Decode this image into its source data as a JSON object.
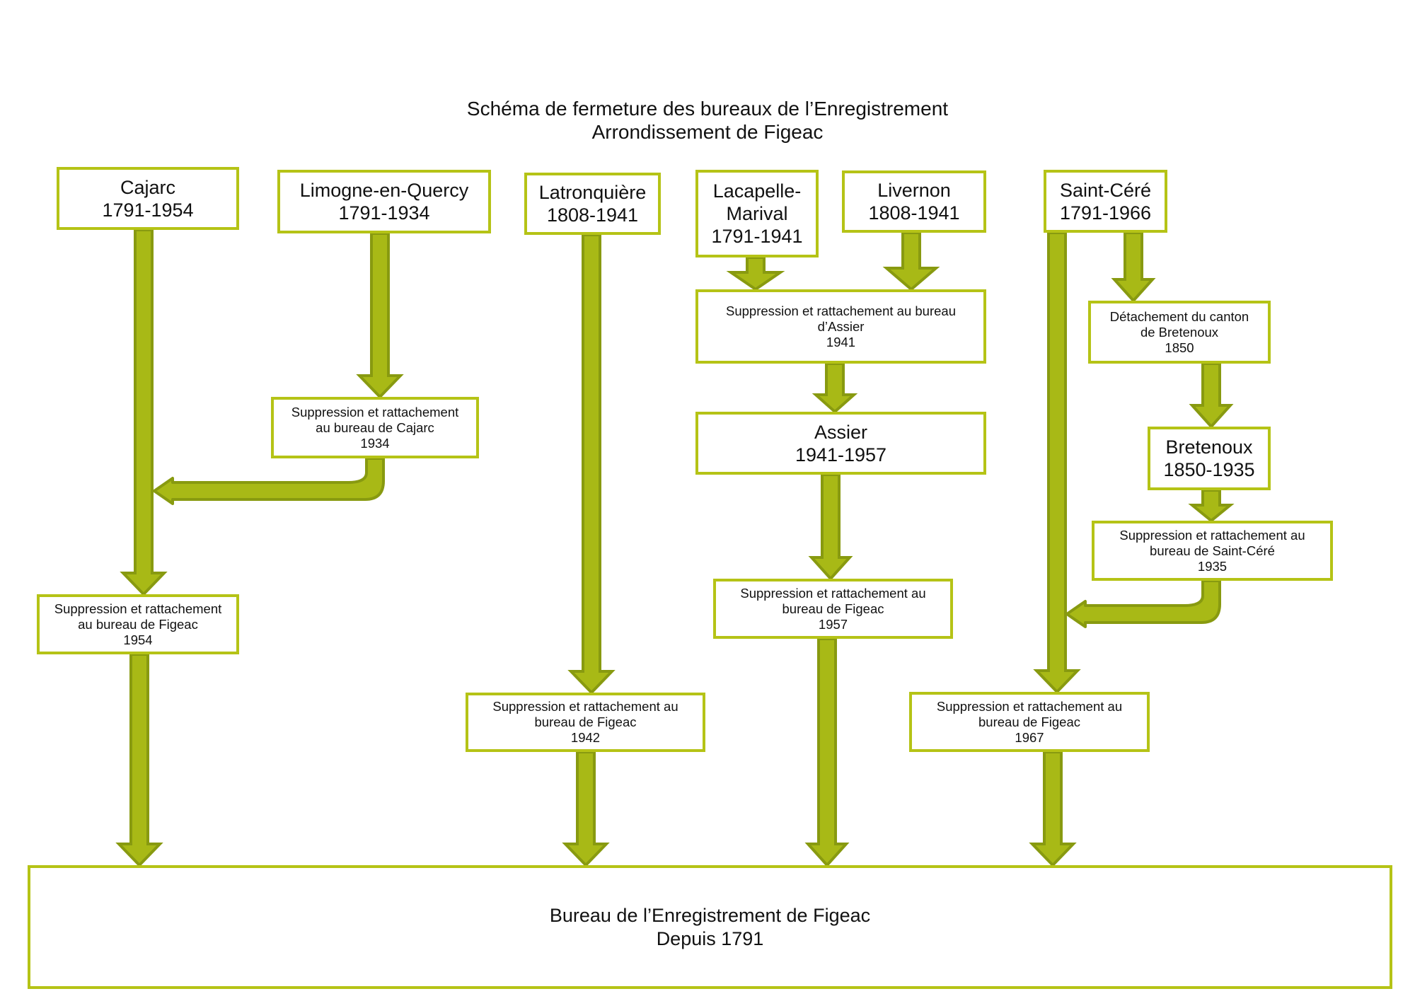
{
  "title": {
    "line1": "Schéma de fermeture des bureaux de l’Enregistrement",
    "line2": "Arrondissement de Figeac"
  },
  "colors": {
    "arrow_fill": "#a8b916",
    "arrow_stroke": "#889a10",
    "box_border": "#b5c316"
  },
  "boxes": {
    "cajarc": {
      "lines": [
        "Cajarc",
        "1791-1954"
      ]
    },
    "limogne": {
      "lines": [
        "Limogne-en-Quercy",
        "1791-1934"
      ]
    },
    "latronquiere": {
      "lines": [
        "Latronquière",
        "1808-1941"
      ]
    },
    "lacapelle": {
      "lines": [
        "Lacapelle-",
        "Marival",
        "1791-1941"
      ]
    },
    "livernon": {
      "lines": [
        "Livernon",
        "1808-1941"
      ]
    },
    "saint_cere": {
      "lines": [
        "Saint-Céré",
        "1791-1966"
      ]
    },
    "limogne_suppression": {
      "lines": [
        "Suppression et rattachement",
        "au bureau de Cajarc",
        "1934"
      ]
    },
    "assier_rattachement": {
      "lines": [
        "Suppression et rattachement au bureau",
        "d’Assier",
        "1941"
      ]
    },
    "detachement_bretenoux": {
      "lines": [
        "Détachement du canton",
        "de Bretenoux",
        "1850"
      ]
    },
    "assier": {
      "lines": [
        "Assier",
        "1941-1957"
      ]
    },
    "bretenoux": {
      "lines": [
        "Bretenoux",
        "1850-1935"
      ]
    },
    "bretenoux_suppression": {
      "lines": [
        "Suppression et rattachement au",
        "bureau de Saint-Céré",
        "1935"
      ]
    },
    "cajarc_suppression": {
      "lines": [
        "Suppression et rattachement",
        "au bureau de Figeac",
        "1954"
      ]
    },
    "assier_suppression": {
      "lines": [
        "Suppression et rattachement au",
        "bureau de Figeac",
        "1957"
      ]
    },
    "latronquiere_suppression": {
      "lines": [
        "Suppression et rattachement au",
        "bureau de Figeac",
        "1942"
      ]
    },
    "saint_cere_suppression": {
      "lines": [
        "Suppression et rattachement au",
        "bureau de Figeac",
        "1967"
      ]
    },
    "figeac": {
      "lines": [
        "Bureau de l’Enregistrement de Figeac",
        "Depuis 1791"
      ]
    }
  },
  "edges": [
    {
      "from": "cajarc",
      "to": "cajarc_suppression"
    },
    {
      "from": "cajarc_suppression",
      "to": "figeac"
    },
    {
      "from": "limogne",
      "to": "limogne_suppression"
    },
    {
      "from": "limogne_suppression",
      "to": "cajarc"
    },
    {
      "from": "latronquiere",
      "to": "latronquiere_suppression"
    },
    {
      "from": "latronquiere_suppression",
      "to": "figeac"
    },
    {
      "from": "lacapelle",
      "to": "assier_rattachement"
    },
    {
      "from": "livernon",
      "to": "assier_rattachement"
    },
    {
      "from": "assier_rattachement",
      "to": "assier"
    },
    {
      "from": "assier",
      "to": "assier_suppression"
    },
    {
      "from": "assier_suppression",
      "to": "figeac"
    },
    {
      "from": "saint_cere",
      "to": "saint_cere_suppression"
    },
    {
      "from": "saint_cere",
      "to": "detachement_bretenoux"
    },
    {
      "from": "detachement_bretenoux",
      "to": "bretenoux"
    },
    {
      "from": "bretenoux",
      "to": "bretenoux_suppression"
    },
    {
      "from": "bretenoux_suppression",
      "to": "saint_cere"
    },
    {
      "from": "saint_cere_suppression",
      "to": "figeac"
    }
  ]
}
